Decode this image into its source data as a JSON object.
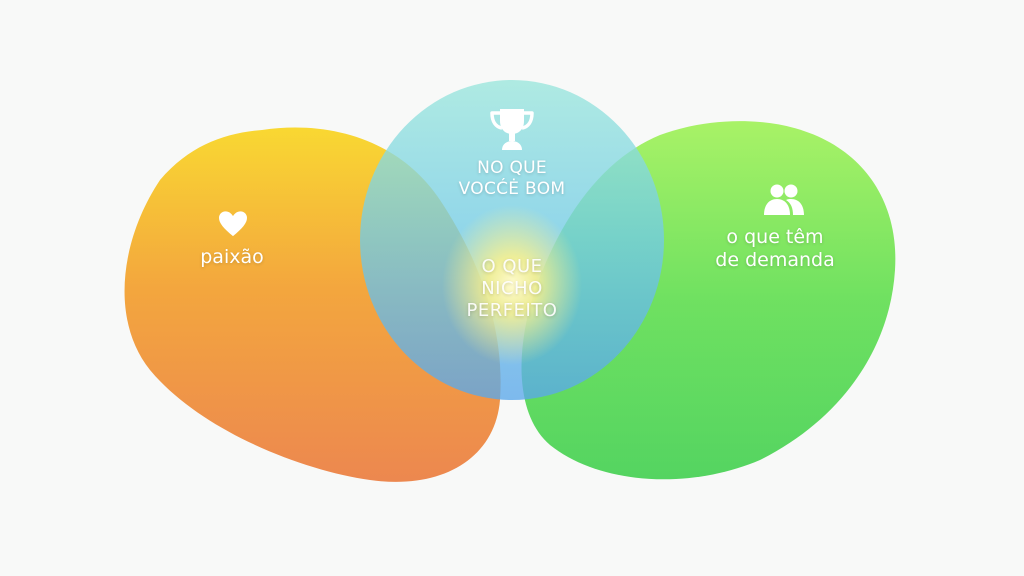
{
  "diagram": {
    "type": "venn",
    "sets": [
      {
        "id": "passion",
        "label": "paixão",
        "icon": "heart-icon",
        "color_top": "#f9d72c",
        "color_bottom": "#ee8a48"
      },
      {
        "id": "skill",
        "label": "NO QUE VOCCĖ BOM",
        "label_lines": [
          "NO QUE",
          "VOCĆĖ BOM"
        ],
        "icon": "trophy-icon",
        "color_top": "#95e4dc",
        "color_bottom": "#5aaee8"
      },
      {
        "id": "demand",
        "label": "o que têm de demanda",
        "label_lines": [
          "o que têm",
          "de demanda"
        ],
        "icon": "users-icon",
        "color_top": "#a3f064",
        "color_bottom": "#4fd45c"
      }
    ],
    "intersection": {
      "label_lines": [
        "O QUE",
        "NICHO",
        "PERFEITO"
      ],
      "glow_color": "#fff6a0"
    }
  }
}
